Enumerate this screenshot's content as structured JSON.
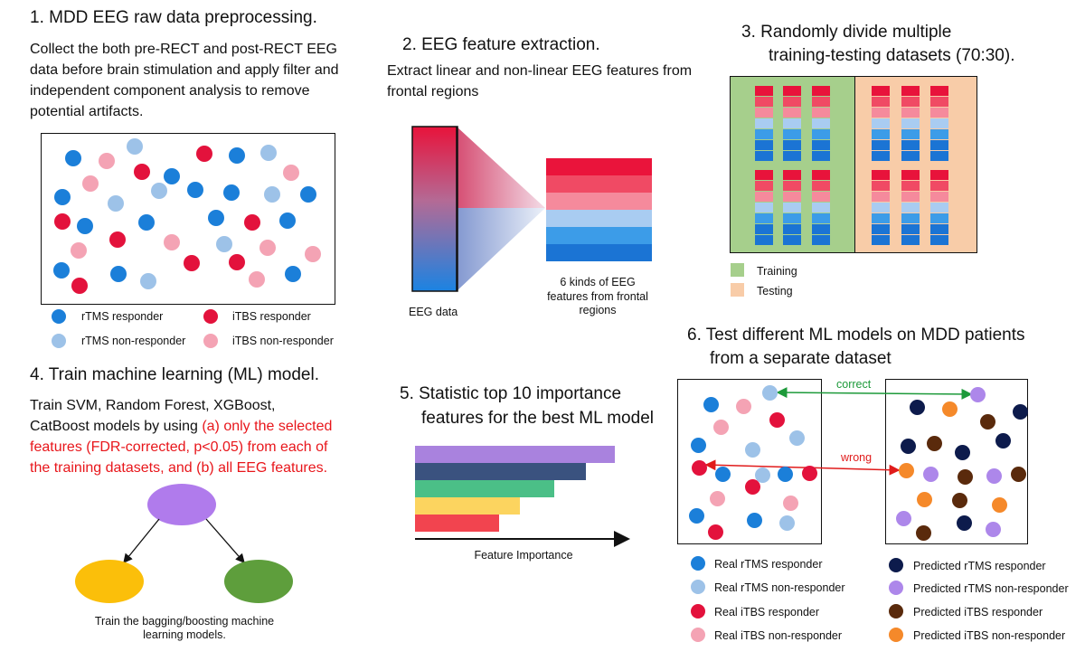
{
  "colors": {
    "rtms_responder": "#1b7fd9",
    "rtms_nonresponder": "#9dc2e8",
    "itbs_responder": "#e3123c",
    "itbs_nonresponder": "#f4a3b4",
    "pred_rtms_responder": "#0d1b4c",
    "pred_rtms_nonresponder": "#ad87ea",
    "pred_itbs_responder": "#5a2a0c",
    "pred_itbs_nonresponder": "#f5892a",
    "training": "#a6cf8c",
    "testing": "#f8cca8",
    "correct": "#1d9a3a",
    "wrong": "#e01b1b"
  },
  "step1": {
    "title": "1.  MDD EEG raw data preprocessing.",
    "desc": "Collect the both pre-RECT and post-RECT EEG data before brain stimulation and apply filter and independent component analysis to remove potential artifacts.",
    "legend": [
      "rTMS responder",
      "iTBS responder",
      "rTMS non-responder",
      "iTBS non-responder"
    ]
  },
  "step2": {
    "title": "2.  EEG feature extraction.",
    "desc": "Extract linear and non-linear EEG features from frontal regions",
    "eeg_label": "EEG data",
    "features_label": "6 kinds of EEG features from frontal regions"
  },
  "step3": {
    "title_line1": "3.  Randomly divide multiple",
    "title_line2": "training-testing datasets (70:30).",
    "legend_training": "Training",
    "legend_testing": "Testing"
  },
  "step4": {
    "title": "4.  Train machine learning (ML) model.",
    "desc_black": "Train SVM, Random Forest, XGBoost, CatBoost models by using ",
    "desc_red": "(a) only the selected features (FDR-corrected, p<0.05) from each of the training datasets, and (b) all EEG features.",
    "caption": "Train the bagging/boosting machine learning models."
  },
  "step5": {
    "title_line1": "5.  Statistic top 10 importance",
    "title_line2": "features for the best ML model",
    "axis_label": "Feature Importance",
    "bar_colors": [
      "#a982de",
      "#3a527f",
      "#4bbf87",
      "#fcd45f",
      "#f2444f"
    ]
  },
  "step6": {
    "title_line1": "6.  Test different ML models on MDD patients",
    "title_line2": "from a separate dataset",
    "correct_label": "correct",
    "wrong_label": "wrong",
    "legend_real": [
      "Real rTMS responder",
      "Real rTMS non-responder",
      "Real iTBS responder",
      "Real iTBS non-responder"
    ],
    "legend_pred": [
      "Predicted rTMS responder",
      "Predicted rTMS non-responder",
      "Predicted iTBS responder",
      "Predicted iTBS non-responder"
    ]
  }
}
